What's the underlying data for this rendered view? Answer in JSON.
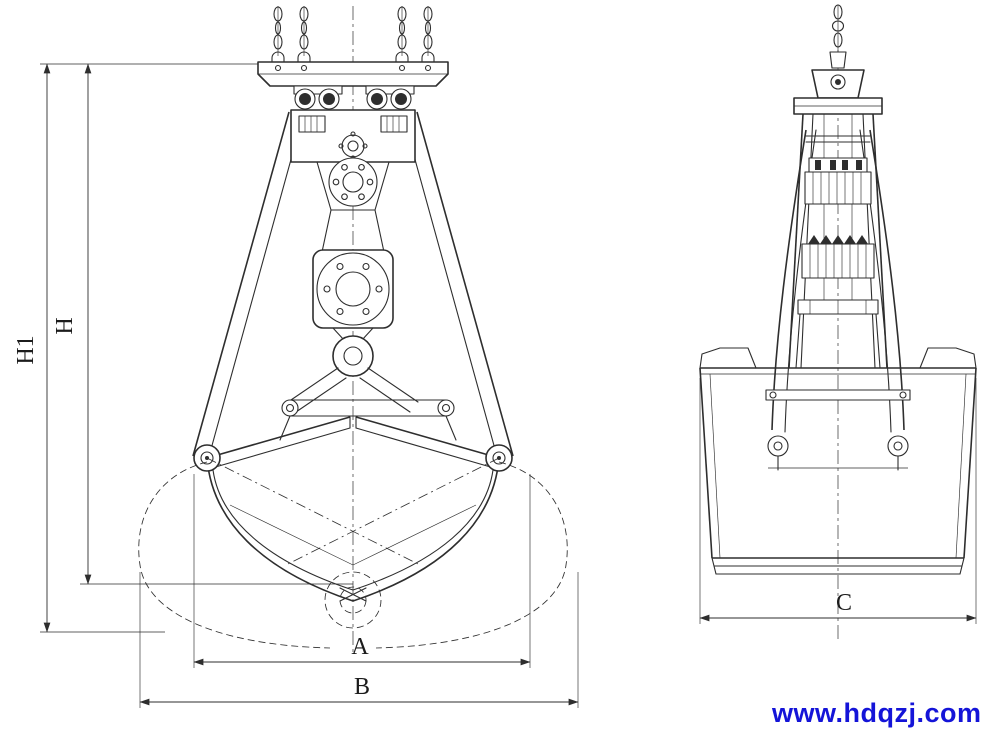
{
  "diagram": {
    "dimensions": {
      "h1": "H1",
      "h": "H",
      "a": "A",
      "b": "B",
      "c": "C"
    },
    "watermark": "www.hdqzj.com",
    "colors": {
      "line": "#2e2e2e",
      "watermark": "#1414d8",
      "background": "#ffffff"
    }
  }
}
